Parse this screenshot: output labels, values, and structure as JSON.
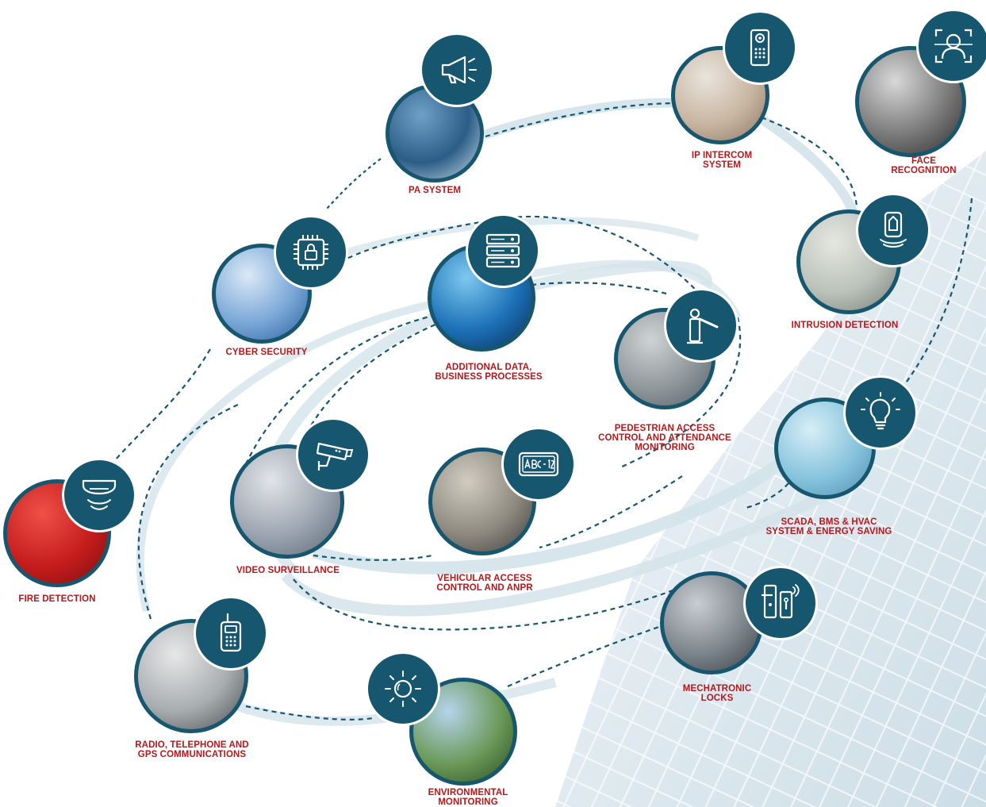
{
  "colors": {
    "node_dark": "#16566e",
    "label_red": "#b3191c",
    "orbit_light": "#d3e3ea",
    "orbit_dash": "#16566e",
    "building_glass": "#cfe0ea"
  },
  "nodes": [
    {
      "id": "pa-system",
      "icon": "megaphone-icon",
      "label_lines": [
        "PA SYSTEM"
      ],
      "photo": [
        "#6fa0c8",
        "#2c5d86",
        "#c6dcea"
      ]
    },
    {
      "id": "ip-intercom",
      "icon": "door-intercom-icon",
      "label_lines": [
        "IP INTERCOM",
        "SYSTEM"
      ],
      "photo": [
        "#e9e4dd",
        "#c8b5a1",
        "#8d7665"
      ]
    },
    {
      "id": "face-recognition",
      "icon": "face-scan-icon",
      "label_lines": [
        "FACE",
        "RECOGNITION"
      ],
      "photo": [
        "#d8d8d8",
        "#7a7a7a",
        "#2e2e2e"
      ]
    },
    {
      "id": "intrusion-detection",
      "icon": "motion-sensor-icon",
      "label_lines": [
        "INTRUSION DETECTION"
      ],
      "photo": [
        "#e6e6e0",
        "#b9c2ba",
        "#777d77"
      ]
    },
    {
      "id": "cyber-security",
      "icon": "chip-lock-icon",
      "label_lines": [
        "CYBER SECURITY"
      ],
      "photo": [
        "#dce9f6",
        "#79a7d8",
        "#2c5f9a"
      ]
    },
    {
      "id": "additional-data",
      "icon": "server-rack-icon",
      "label_lines": [
        "ADDITIONAL DATA,",
        "BUSINESS PROCESSES"
      ],
      "photo": [
        "#7ec9ef",
        "#1c71b7",
        "#0b2e5a"
      ]
    },
    {
      "id": "pedestrian-access",
      "icon": "turnstile-icon",
      "label_lines": [
        "PEDESTRIAN ACCESS",
        "CONTROL AND ATTENDANCE",
        "MONITORING"
      ],
      "photo": [
        "#cfd3d4",
        "#8f979a",
        "#55606a"
      ]
    },
    {
      "id": "scada-bms",
      "icon": "lightbulb-icon",
      "label_lines": [
        "SCADA, BMS & HVAC",
        "SYSTEM & ENERGY SAVING"
      ],
      "photo": [
        "#d7eef6",
        "#87c4dd",
        "#4f8fb2"
      ]
    },
    {
      "id": "video-surveillance",
      "icon": "cctv-camera-icon",
      "label_lines": [
        "VIDEO SURVEILLANCE"
      ],
      "photo": [
        "#e2e4e7",
        "#9ba5b1",
        "#5d6875"
      ]
    },
    {
      "id": "vehicular-access",
      "icon": "license-plate-icon",
      "label_lines": [
        "VEHICULAR ACCESS",
        "CONTROL AND ANPR"
      ],
      "photo": [
        "#d1ccc0",
        "#8e8a80",
        "#3e3d3c"
      ]
    },
    {
      "id": "fire-detection",
      "icon": "smoke-detector-icon",
      "label_lines": [
        "FIRE DETECTION"
      ],
      "photo": [
        "#ef5048",
        "#c61d1d",
        "#7e0d0d"
      ]
    },
    {
      "id": "mechatronic-locks",
      "icon": "smart-lock-icon",
      "label_lines": [
        "MECHATRONIC",
        "LOCKS"
      ],
      "photo": [
        "#c8cdd1",
        "#7c858c",
        "#3b3f44"
      ]
    },
    {
      "id": "radio-communications",
      "icon": "walkie-talkie-icon",
      "label_lines": [
        "RADIO, TELEPHONE AND",
        "GPS COMMUNICATIONS"
      ],
      "photo": [
        "#e7e7e7",
        "#a8adb0",
        "#4a4d50"
      ]
    },
    {
      "id": "environmental-monitoring",
      "icon": "sun-icon",
      "label_lines": [
        "ENVIRONMENTAL",
        "MONITORING"
      ],
      "photo": [
        "#b5d4ec",
        "#6b9a5a",
        "#2a4d1e"
      ]
    }
  ]
}
